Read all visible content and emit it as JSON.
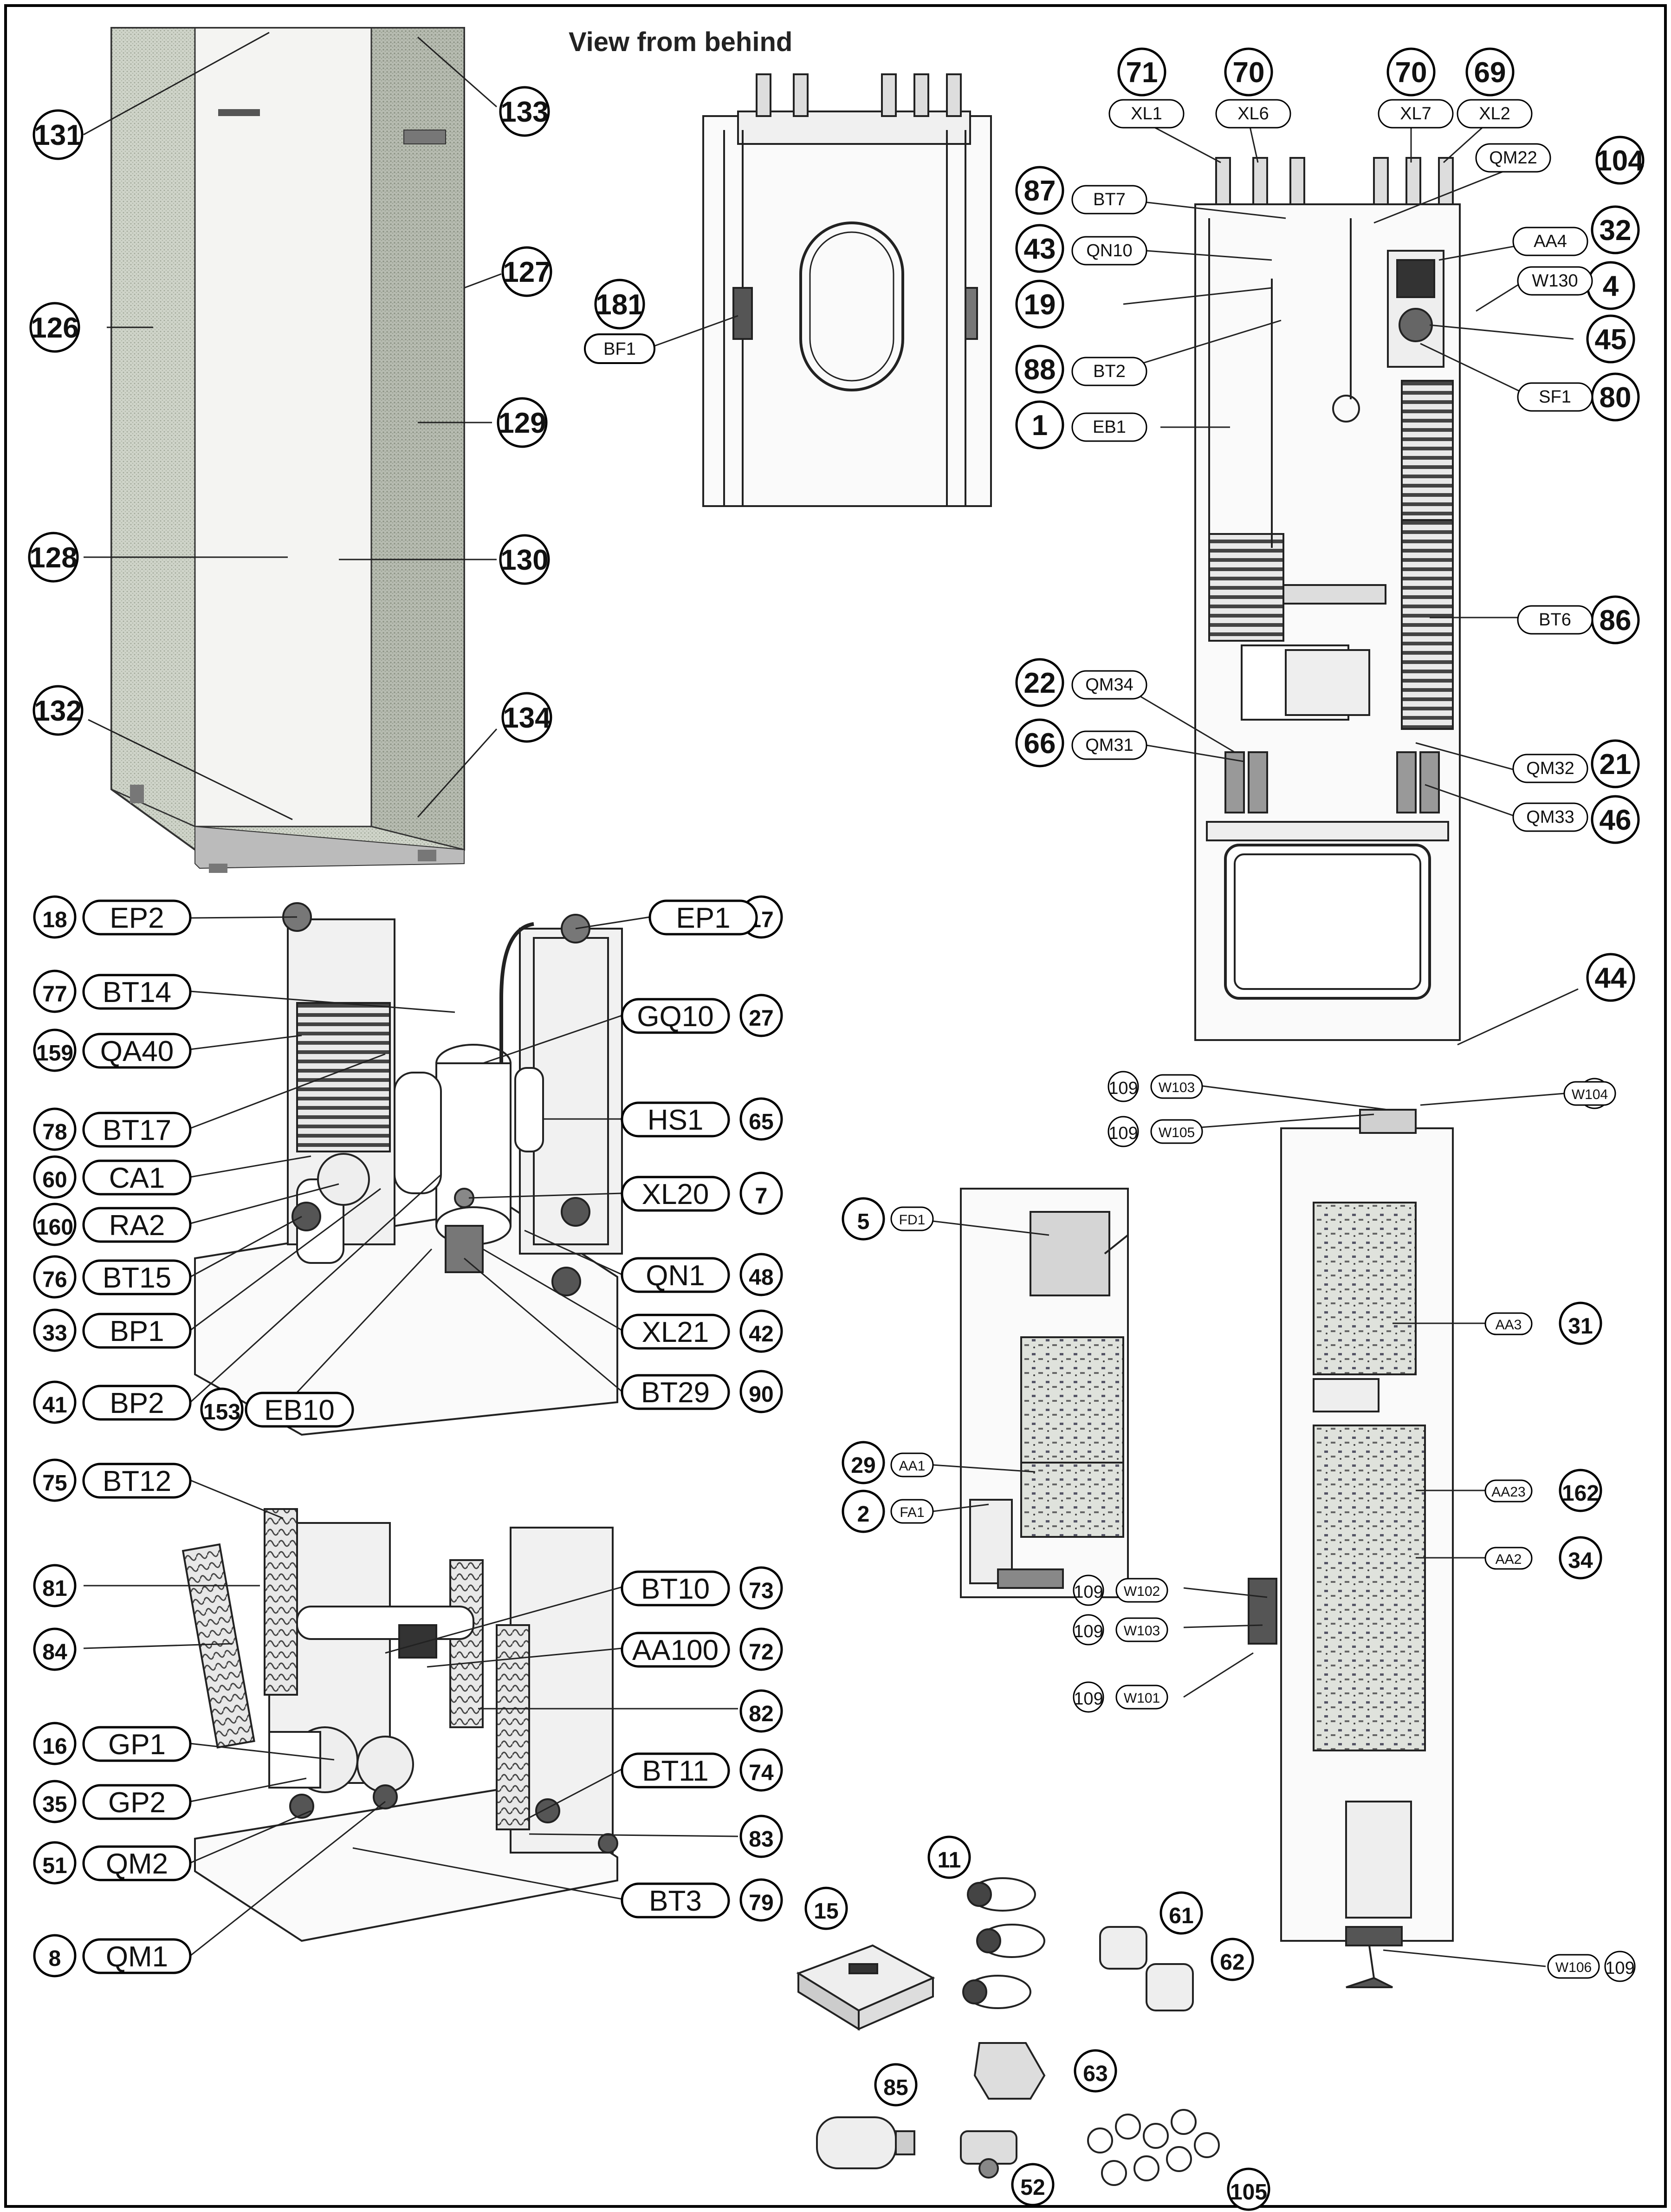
{
  "title": "View from behind",
  "callouts": {
    "cabinet": {
      "131": "131",
      "133": "133",
      "127": "127",
      "126": "126",
      "129": "129",
      "128": "128",
      "130": "130",
      "132": "132",
      "134": "134"
    },
    "rear_view": {
      "num": "181",
      "code": "BF1"
    },
    "front_open": [
      {
        "num": "71",
        "code": "XL1"
      },
      {
        "num": "70",
        "code": "XL6"
      },
      {
        "num": "70",
        "code": "XL7"
      },
      {
        "num": "69",
        "code": "XL2"
      },
      {
        "num": "87",
        "code": "BT7"
      },
      {
        "num": "104",
        "code": "QM22"
      },
      {
        "num": "43",
        "code": "QN10"
      },
      {
        "num": "32",
        "code": "AA4"
      },
      {
        "num": "4",
        "code": "W130"
      },
      {
        "num": "19",
        "code": ""
      },
      {
        "num": "45",
        "code": ""
      },
      {
        "num": "88",
        "code": "BT2"
      },
      {
        "num": "80",
        "code": "SF1"
      },
      {
        "num": "1",
        "code": "EB1"
      },
      {
        "num": "86",
        "code": "BT6"
      },
      {
        "num": "22",
        "code": "QM34"
      },
      {
        "num": "66",
        "code": "QM31"
      },
      {
        "num": "21",
        "code": "QM32"
      },
      {
        "num": "46",
        "code": "QM33"
      },
      {
        "num": "44",
        "code": ""
      }
    ],
    "cooling_module_top": [
      {
        "num": "18",
        "code": "EP2"
      },
      {
        "num": "17",
        "code": "EP1"
      },
      {
        "num": "77",
        "code": "BT14"
      },
      {
        "num": "27",
        "code": "GQ10"
      },
      {
        "num": "159",
        "code": "QA40"
      },
      {
        "num": "65",
        "code": "HS1"
      },
      {
        "num": "78",
        "code": "BT17"
      },
      {
        "num": "60",
        "code": "CA1"
      },
      {
        "num": "7",
        "code": "XL20"
      },
      {
        "num": "160",
        "code": "RA2"
      },
      {
        "num": "76",
        "code": "BT15"
      },
      {
        "num": "48",
        "code": "QN1"
      },
      {
        "num": "33",
        "code": "BP1"
      },
      {
        "num": "42",
        "code": "XL21"
      },
      {
        "num": "41",
        "code": "BP2"
      },
      {
        "num": "153",
        "code": "EB10"
      },
      {
        "num": "90",
        "code": "BT29"
      }
    ],
    "cooling_module_bottom": [
      {
        "num": "75",
        "code": "BT12"
      },
      {
        "num": "81",
        "code": ""
      },
      {
        "num": "73",
        "code": "BT10"
      },
      {
        "num": "84",
        "code": ""
      },
      {
        "num": "72",
        "code": "AA100"
      },
      {
        "num": "82",
        "code": ""
      },
      {
        "num": "16",
        "code": "GP1"
      },
      {
        "num": "74",
        "code": "BT11"
      },
      {
        "num": "35",
        "code": "GP2"
      },
      {
        "num": "83",
        "code": ""
      },
      {
        "num": "51",
        "code": "QM2"
      },
      {
        "num": "79",
        "code": "BT3"
      },
      {
        "num": "8",
        "code": "QM1"
      }
    ],
    "electrical_box": [
      {
        "num": "5",
        "code": "FD1"
      },
      {
        "num": "29",
        "code": "AA1"
      },
      {
        "num": "2",
        "code": "FA1"
      }
    ],
    "wiring_small": [
      {
        "num": "109",
        "code": "W103"
      },
      {
        "num": "109",
        "code": "W104"
      },
      {
        "num": "109",
        "code": "W105"
      },
      {
        "num": "109",
        "code": "W102"
      },
      {
        "num": "109",
        "code": "W103"
      },
      {
        "num": "109",
        "code": "W101"
      },
      {
        "num": "109",
        "code": "W106"
      }
    ],
    "control_board": [
      {
        "num": "31",
        "code": "AA3"
      },
      {
        "num": "162",
        "code": "AA23"
      },
      {
        "num": "34",
        "code": "AA2"
      }
    ],
    "accessories": [
      {
        "num": "15"
      },
      {
        "num": "11"
      },
      {
        "num": "61"
      },
      {
        "num": "62"
      },
      {
        "num": "63"
      },
      {
        "num": "85"
      },
      {
        "num": "52"
      },
      {
        "num": "105"
      }
    ]
  }
}
